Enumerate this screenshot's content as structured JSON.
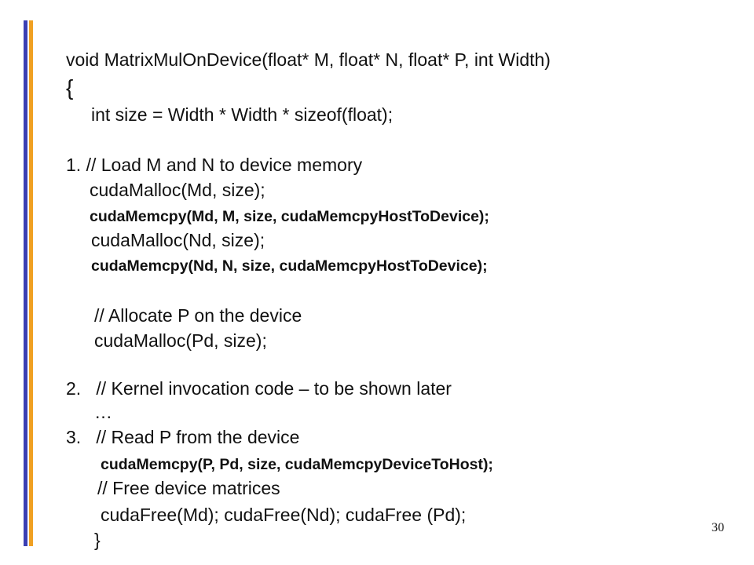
{
  "slide": {
    "page_number": "30",
    "code_lines": [
      "void MatrixMulOnDevice(float* M, float* N, float* P, int Width)",
      "{",
      "int size = Width * Width * sizeof(float);",
      "1. // Load M and N to device memory",
      "cudaMalloc(Md, size);",
      "cudaMemcpy(Md, M, size, cudaMemcpyHostToDevice);",
      "cudaMalloc(Nd, size);",
      "cudaMemcpy(Nd, N, size, cudaMemcpyHostToDevice);",
      "// Allocate P on the device",
      "cudaMalloc(Pd, size);",
      "2.   // Kernel invocation code – to be shown later",
      "…",
      "3.   // Read P from the device",
      "cudaMemcpy(P, Pd, size, cudaMemcpyDeviceToHost);",
      "// Free device matrices",
      "cudaFree(Md); cudaFree(Nd); cudaFree (Pd);",
      "}"
    ]
  }
}
